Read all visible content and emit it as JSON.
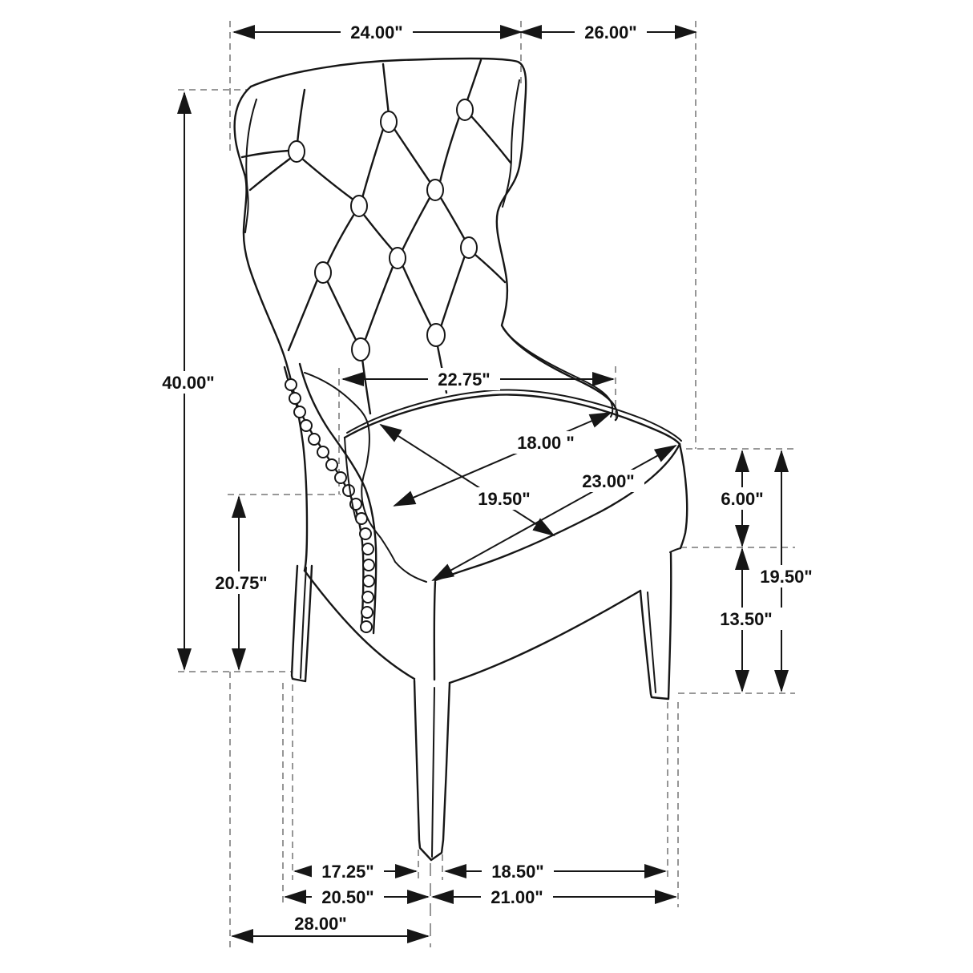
{
  "diagram": {
    "type": "furniture dimension line drawing",
    "subject": "tufted wingback dining chair, three-quarter view",
    "unit": "inches",
    "line_color": "#161616",
    "extension_line_color": "#8a8a8a",
    "background": "#ffffff"
  },
  "dims": {
    "back_width_top": "24.00\"",
    "depth_top": "26.00\"",
    "overall_height": "40.00\"",
    "interior_seat_width": "22.75\"",
    "seat_back_width": "18.00 \"",
    "seat_depth": "19.50\"",
    "seat_diagonal": "23.00\"",
    "arm_panel_height": "20.75\"",
    "seat_cushion_thickness": "6.00\"",
    "leg_height": "13.50\"",
    "floor_to_seat_height": "19.50\"",
    "front_span_left": "17.25\"",
    "front_span_right": "18.50\"",
    "base_span_left": "20.50\"",
    "base_span_right": "21.00\"",
    "overall_base_depth": "28.00\""
  }
}
